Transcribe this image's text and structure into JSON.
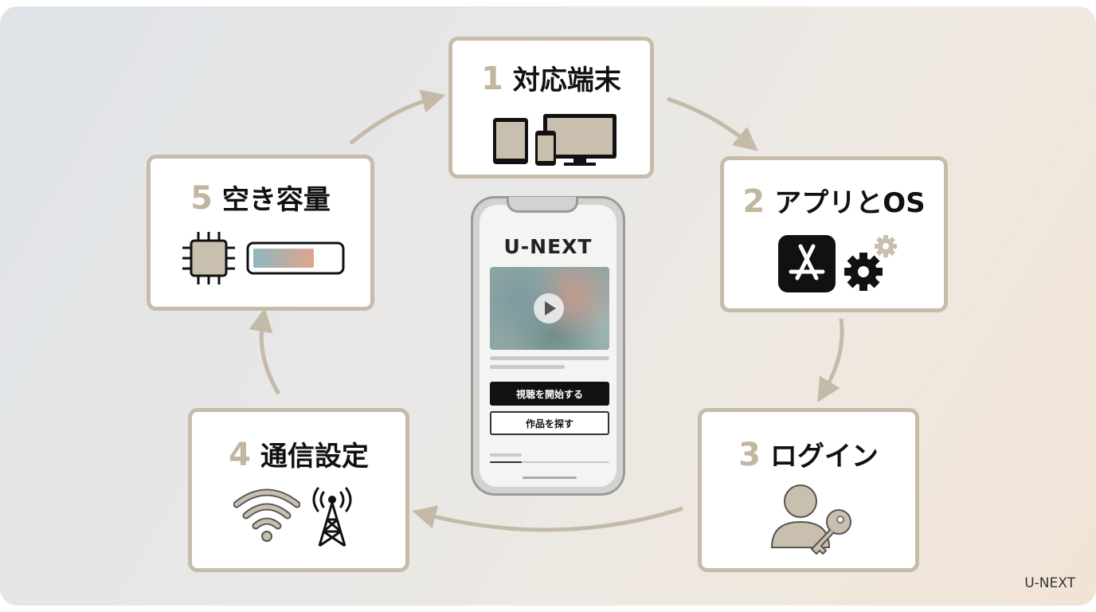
{
  "steps": [
    {
      "number": "1",
      "title": "対応端末",
      "icon": "devices-icon"
    },
    {
      "number": "2",
      "title": "アプリとOS",
      "icon": "app-store-icon"
    },
    {
      "number": "3",
      "title": "ログイン",
      "icon": "user-key-icon"
    },
    {
      "number": "4",
      "title": "通信設定",
      "icon": "wifi-icon"
    },
    {
      "number": "5",
      "title": "空き容量",
      "icon": "chip-icon"
    }
  ],
  "phone": {
    "app_name": "U-NEXT",
    "primary_button": "視聴を開始する",
    "secondary_button": "作品を探す"
  },
  "brand": "U-NEXT",
  "colors": {
    "card_border": "#c7bca9",
    "step_number": "#c2b6a1",
    "arrow": "#c4baa8",
    "icon_fill": "#c9bfae"
  }
}
